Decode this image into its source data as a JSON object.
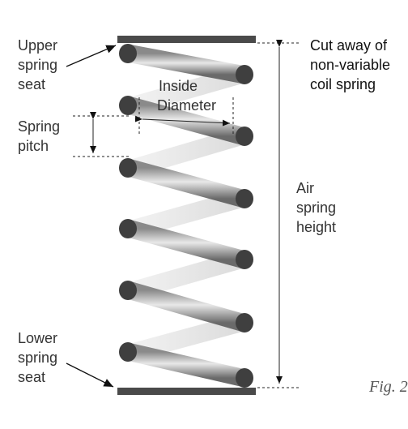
{
  "labels": {
    "upper_seat": [
      "Upper",
      "spring",
      "seat"
    ],
    "lower_seat": [
      "Lower",
      "spring",
      "seat"
    ],
    "pitch": [
      "Spring",
      "pitch"
    ],
    "inside_diameter": [
      "Inside",
      "Diameter"
    ],
    "cutaway": [
      "Cut away of",
      "non-variable",
      "coil spring"
    ],
    "height": [
      "Air",
      "spring",
      "height"
    ]
  },
  "caption": "Fig. 2",
  "colors": {
    "seat": "#4a4a4a",
    "coil_dark": "#555555",
    "coil_light": "#d6d6d6",
    "line": "#222222"
  }
}
